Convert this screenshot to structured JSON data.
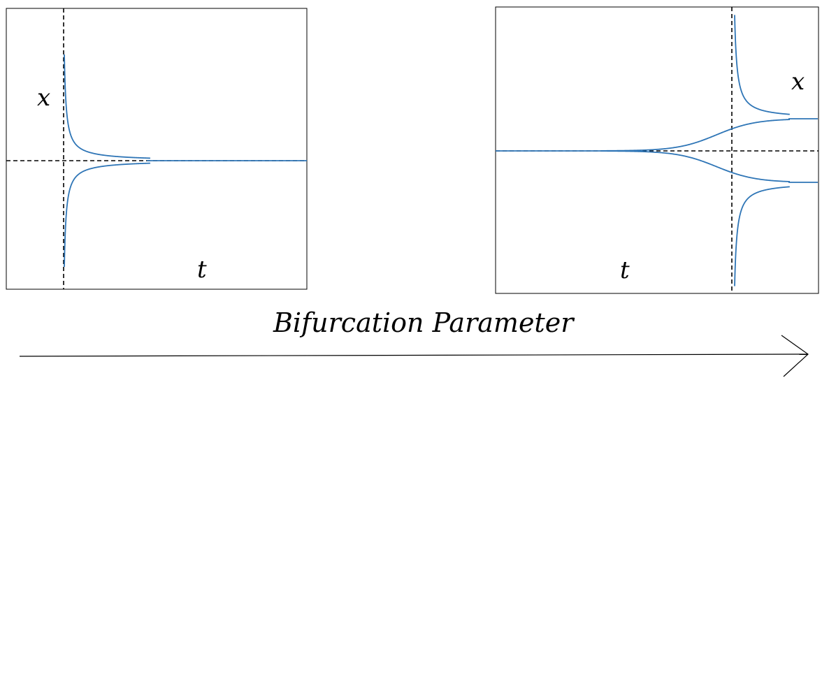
{
  "panels": [
    {
      "x_label": "x",
      "t_label": "t"
    },
    {
      "x_label": "x",
      "t_label": "t"
    }
  ],
  "arrow_label": "Bifurcation Parameter",
  "colors": {
    "curve": "#2e75b6",
    "dashed": "#000000",
    "frame": "#000000"
  }
}
